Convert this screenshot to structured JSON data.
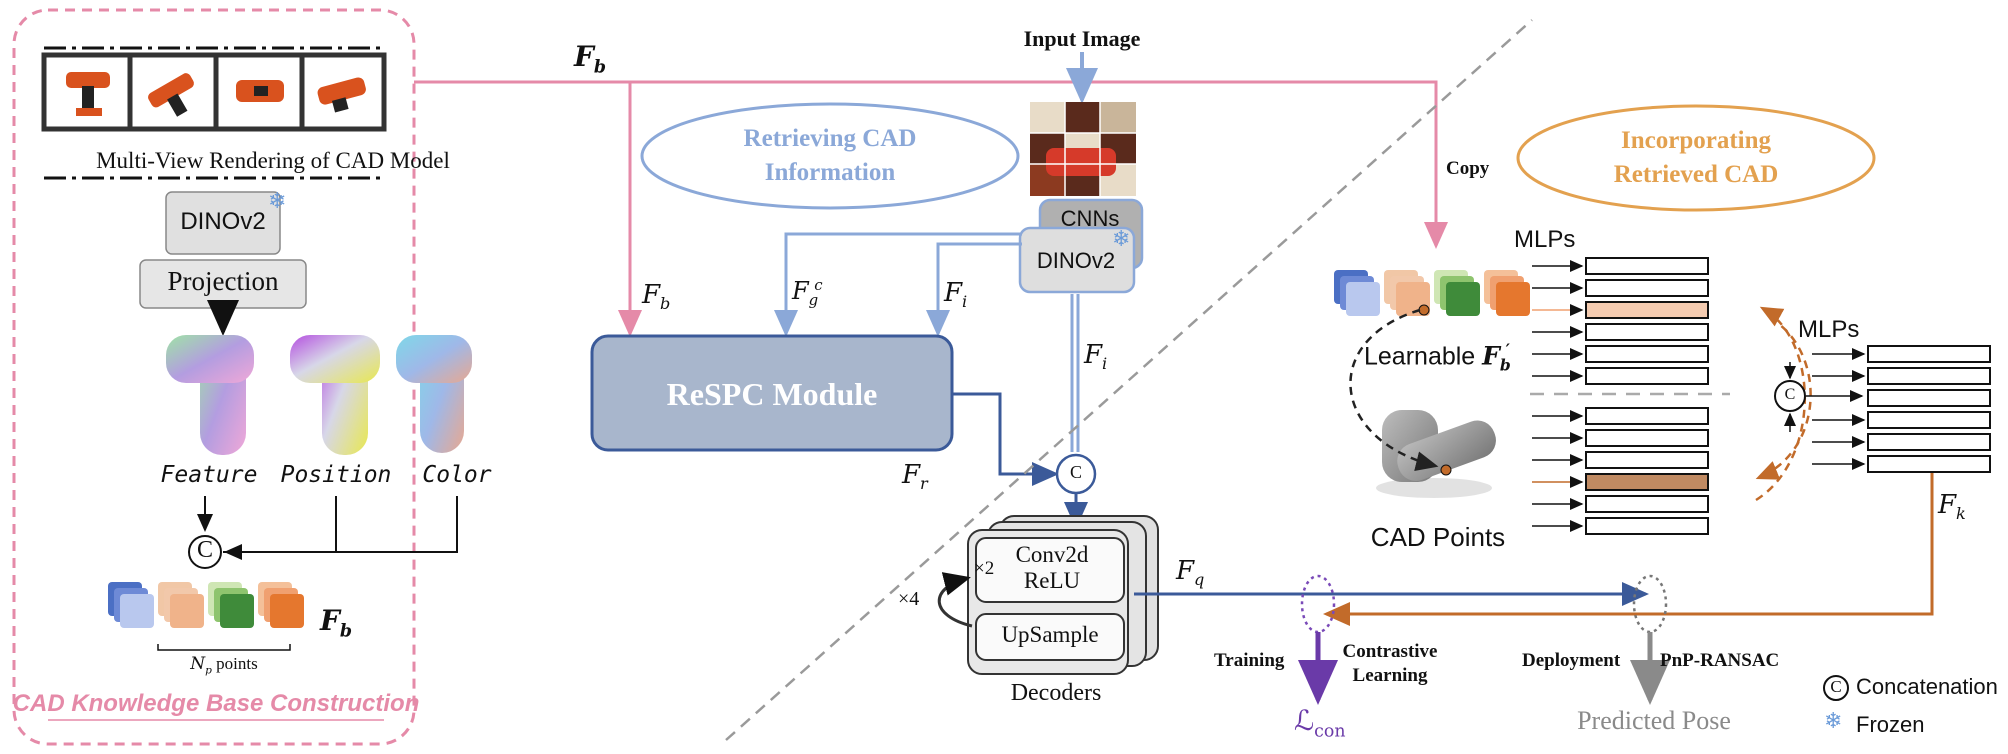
{
  "colors": {
    "pink": "#e58aa8",
    "light_blue": "#8ba8d8",
    "dark_blue": "#3b5a99",
    "orange": "#e3a14f",
    "brown": "#c26b2a",
    "purple": "#6a3aa8",
    "grey": "#8a8a8a",
    "module_fill": "#a8b6cc"
  },
  "icons": {
    "frozen": "snowflake-icon",
    "concat": "circled-c-icon"
  },
  "left_panel": {
    "caption": "CAD Knowledge Base Construction",
    "rendering_label": "Multi-View Rendering of CAD Model",
    "dinov2": "DINOv2",
    "projection": "Projection",
    "attributes": [
      "Feature",
      "Position",
      "Color"
    ],
    "fb": "F",
    "fb_sub": "b",
    "np_label": "N",
    "np_sub": "p",
    "np_suffix": " points"
  },
  "center": {
    "input_image": "Input Image",
    "retrieving": [
      "Retrieving CAD",
      "Information"
    ],
    "cnns": "CNNs",
    "dinov2": "DINOv2",
    "respc": "ReSPC Module",
    "fb_top": "F",
    "fb_top_sub": "b",
    "fb_mid": "F",
    "fb_mid_sub": "b",
    "fgc": "F",
    "fgc_sub": "g",
    "fgc_sup": "c",
    "fi_a": "F",
    "fi_a_sub": "i",
    "fi_b": "F",
    "fi_b_sub": "i",
    "fr": "F",
    "fr_sub": "r",
    "concat_c": "C"
  },
  "decoders": {
    "x2": "×2",
    "conv2d": "Conv2d",
    "relu": "ReLU",
    "upsample": "UpSample",
    "x4": "×4",
    "label": "Decoders",
    "fq": "F",
    "fq_sub": "q"
  },
  "right_panel": {
    "copy": "Copy",
    "incorporating": [
      "Incorporating",
      "Retrieved CAD"
    ],
    "mlps_a": "MLPs",
    "mlps_b": "MLPs",
    "learnable": "Learnable ",
    "learnable_f": "F",
    "learnable_sub": "b",
    "learnable_sup": "′",
    "cad_points": "CAD Points",
    "fk": "F",
    "fk_sub": "k",
    "concat_c": "C"
  },
  "bottom": {
    "training": "Training",
    "contrastive": [
      "Contrastive",
      "Learning"
    ],
    "lcon": "ℒ",
    "lcon_sub": "con",
    "deployment": "Deployment",
    "pnp": "PnP-RANSAC",
    "predicted": "Predicted Pose"
  },
  "legend": {
    "concat_symbol": "C",
    "concatenation": "Concatenation",
    "frozen": "Frozen"
  }
}
